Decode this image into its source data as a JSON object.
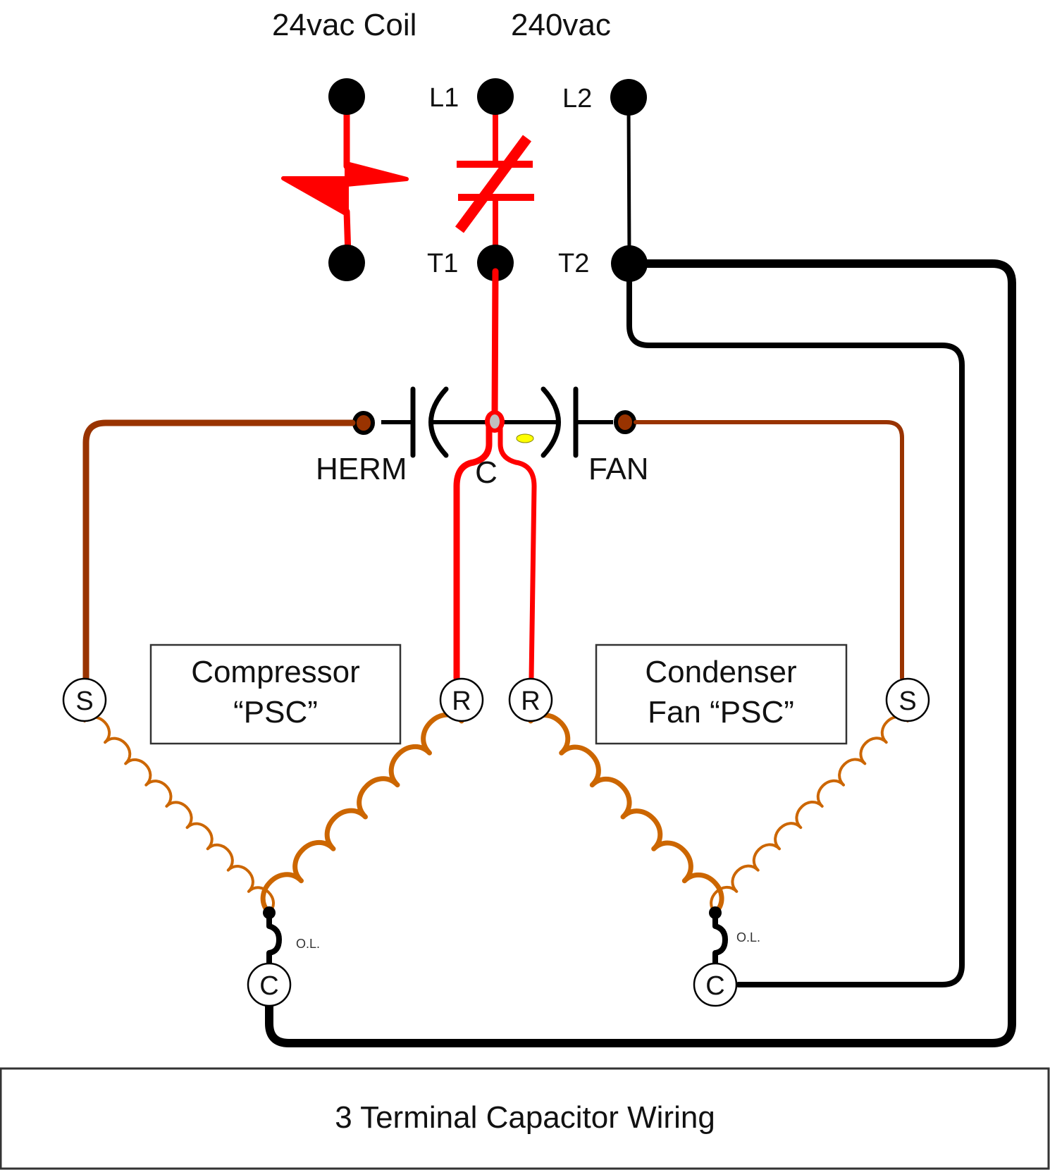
{
  "header": {
    "coil_label": "24vac Coil",
    "line_voltage_label": "240vac"
  },
  "contactor": {
    "terminals": {
      "L1": "L1",
      "L2": "L2",
      "T1": "T1",
      "T2": "T2"
    }
  },
  "capacitor": {
    "herm_label": "HERM",
    "common_label": "C",
    "fan_label": "FAN"
  },
  "compressor": {
    "title_line1": "Compressor",
    "title_line2": "“PSC”",
    "start_terminal": "S",
    "run_terminal": "R",
    "common_terminal": "C",
    "overload_label": "O.L."
  },
  "condenser_fan": {
    "title_line1": "Condenser",
    "title_line2": "Fan “PSC”",
    "start_terminal": "S",
    "run_terminal": "R",
    "common_terminal": "C",
    "overload_label": "O.L."
  },
  "caption": {
    "text": "3 Terminal Capacitor Wiring"
  },
  "colors": {
    "energized_wire": "#ff0000",
    "start_wire": "#993300",
    "winding": "#cc6600",
    "neutral_wire": "#000000",
    "common_node": "#c0c0c0",
    "marker": "#ffff00"
  }
}
